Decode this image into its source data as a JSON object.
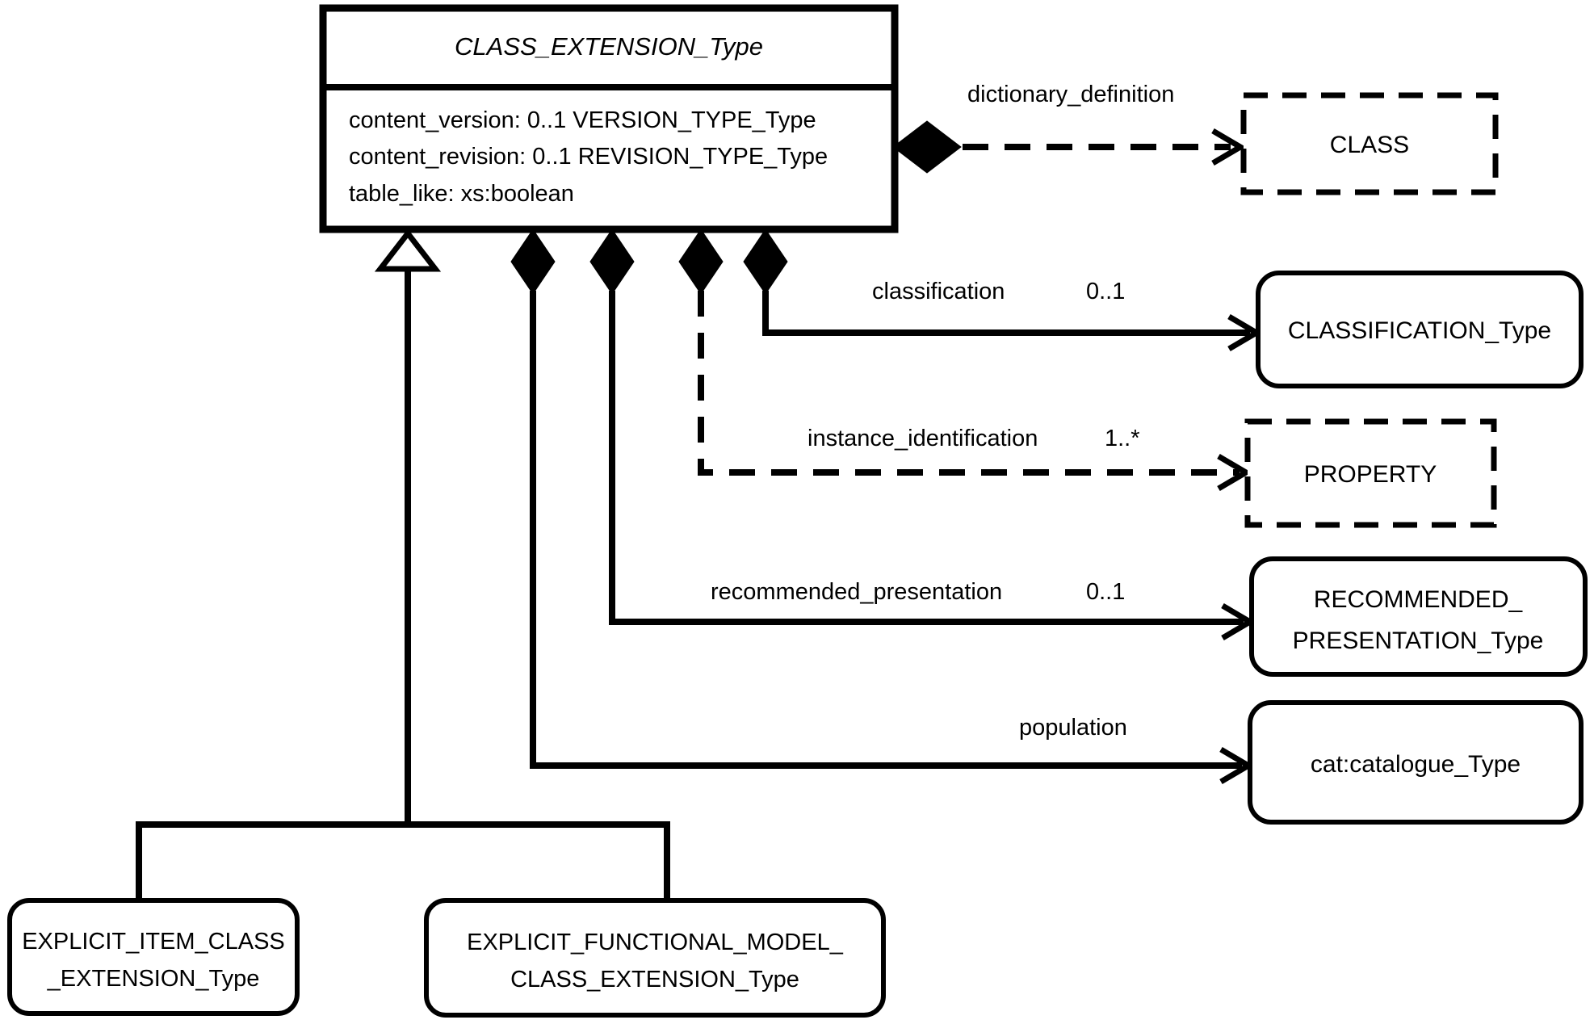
{
  "main_class": {
    "name": "CLASS_EXTENSION_Type",
    "attributes": [
      "content_version: 0..1 VERSION_TYPE_Type",
      "content_revision: 0..1 REVISION_TYPE_Type",
      "table_like: xs:boolean"
    ]
  },
  "associations": {
    "dictionary_definition": {
      "label": "dictionary_definition",
      "cardinality": "",
      "target": "CLASS"
    },
    "classification": {
      "label": "classification",
      "cardinality": "0..1",
      "target": "CLASSIFICATION_Type"
    },
    "instance_identification": {
      "label": "instance_identification",
      "cardinality": "1..*",
      "target": "PROPERTY"
    },
    "recommended_presentation": {
      "label": "recommended_presentation",
      "cardinality": "0..1",
      "target_line1": "RECOMMENDED_",
      "target_line2": "PRESENTATION_Type"
    },
    "population": {
      "label": "population",
      "cardinality": "",
      "target": "cat:catalogue_Type"
    }
  },
  "subclasses": {
    "explicit_item": {
      "line1": "EXPLICIT_ITEM_CLASS",
      "line2": "_EXTENSION_Type"
    },
    "explicit_functional_model": {
      "line1": "EXPLICIT_FUNCTIONAL_MODEL_",
      "line2": "CLASS_EXTENSION_Type"
    }
  },
  "colors": {
    "stroke": "#000000",
    "background": "#ffffff"
  }
}
